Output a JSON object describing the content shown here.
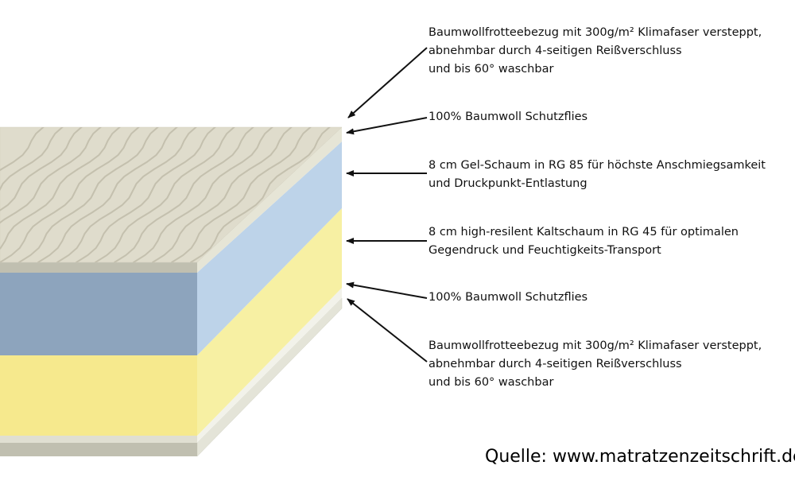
{
  "layers": [
    {
      "name": "bottom-cover",
      "color_front": "#c0bfb0",
      "color_side": "#e4e4d8"
    },
    {
      "name": "bottom-fleece",
      "color_side": "#f2f2ea"
    },
    {
      "name": "cold-foam",
      "color_front": "#f6e98d",
      "color_side": "#f7f0a3"
    },
    {
      "name": "gel-foam",
      "color_front": "#8da4bd",
      "color_side": "#bdd3e9"
    },
    {
      "name": "top-fleece",
      "color_front": "#c0bfb0",
      "color_side": "#e6e5d6"
    },
    {
      "name": "top-cover",
      "color_top": "#dfdccc",
      "color_wave": "#c4c0ae"
    }
  ],
  "labels": [
    {
      "lines": [
        "Baumwollfrotteebezug mit 300g/m² Klimafaser versteppt,",
        "abnehmbar durch 4-seitigen Reißverschluss",
        "und bis 60° waschbar"
      ]
    },
    {
      "lines": [
        "100% Baumwoll Schutzflies"
      ]
    },
    {
      "lines": [
        "8 cm Gel-Schaum in RG 85 für höchste Anschmiegsamkeit",
        "und Druckpunkt-Entlastung"
      ]
    },
    {
      "lines": [
        "8 cm high-resilent Kaltschaum in RG 45 für optimalen",
        "Gegendruck und Feuchtigkeits-Transport"
      ]
    },
    {
      "lines": [
        "100% Baumwoll Schutzflies"
      ]
    },
    {
      "lines": [
        "Baumwollfrotteebezug mit 300g/m² Klimafaser versteppt,",
        "abnehmbar durch 4-seitigen Reißverschluss",
        "und bis 60° waschbar"
      ]
    }
  ],
  "source": "Quelle: www.matratzenzeitschrift.de",
  "colors": {
    "arrow": "#111111",
    "text": "#111111"
  }
}
